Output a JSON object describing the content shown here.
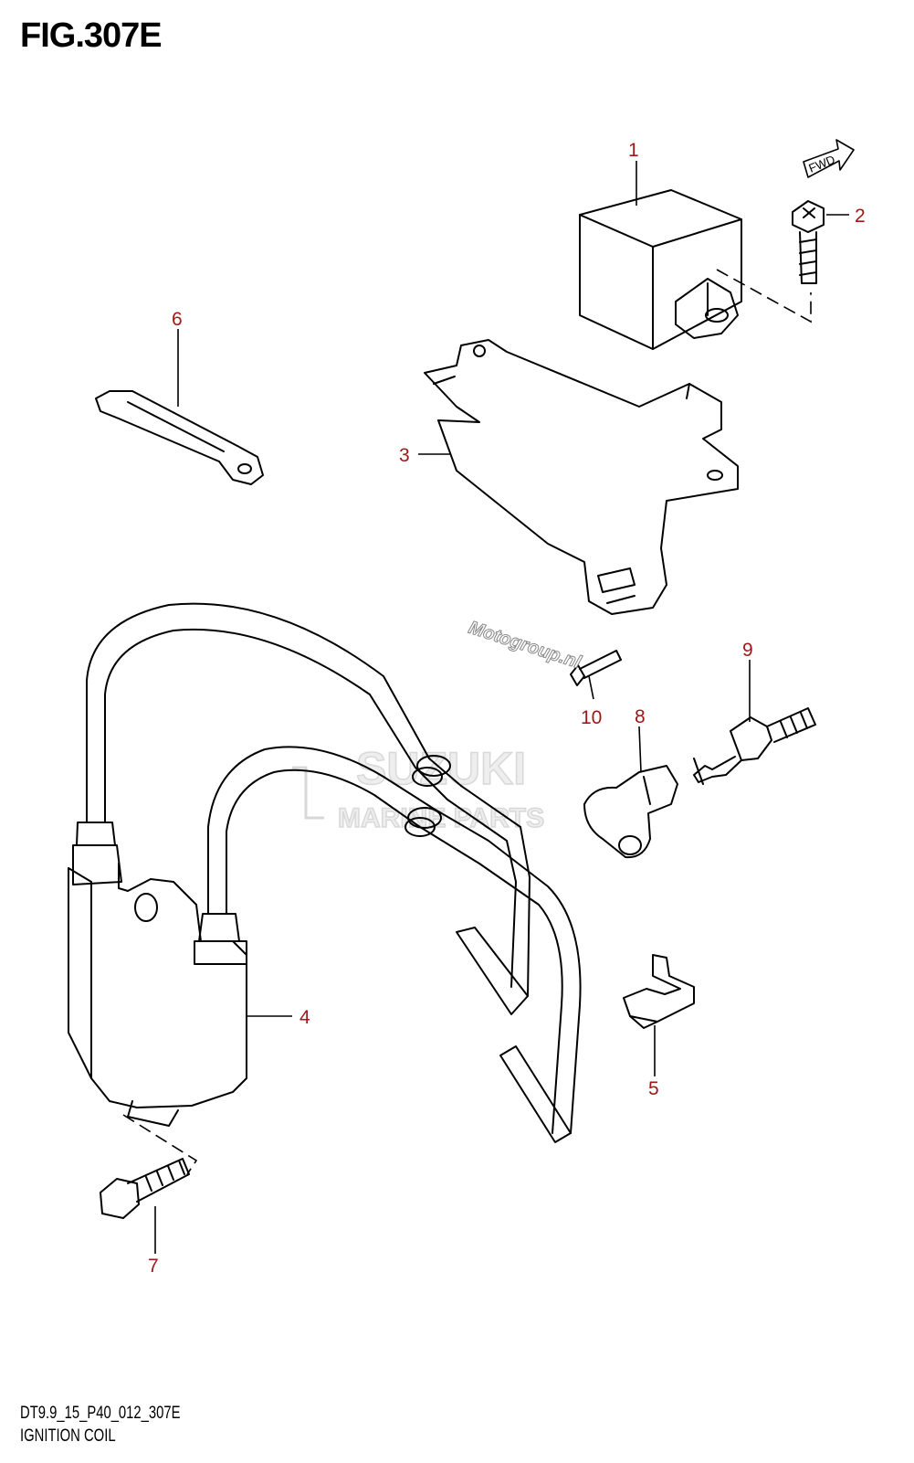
{
  "figure": {
    "title": "FIG.307E",
    "code": "DT9.9_15_P40_012_307E",
    "name": "IGNITION COIL",
    "direction_tag": "FWD"
  },
  "callouts": [
    "1",
    "2",
    "3",
    "4",
    "5",
    "6",
    "7",
    "8",
    "9",
    "10"
  ],
  "watermarks": {
    "brand": "SUZUKI",
    "sub": "MARINE PARTS",
    "site": "Motogroup.nl"
  },
  "colors": {
    "callout": "#a01818",
    "line": "#000000",
    "background": "#ffffff"
  }
}
